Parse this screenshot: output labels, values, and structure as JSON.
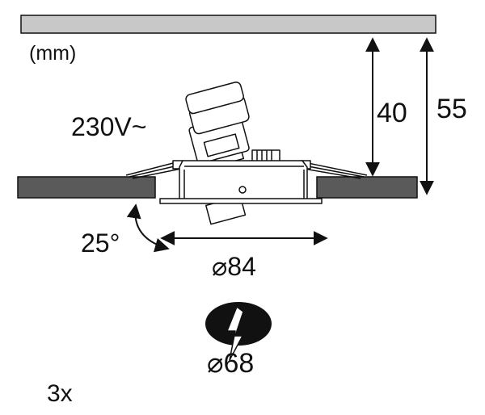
{
  "units": "(mm)",
  "voltage": "230V~",
  "dims": {
    "height_fixture": "40",
    "height_total": "55",
    "diameter_fixture": "⌀84",
    "cutout_diameter": "⌀68",
    "tilt_angle": "25°"
  },
  "quantity": "3x",
  "colors": {
    "ceiling": "#c8c8c8",
    "panel": "#5a5a5a",
    "line": "#111111",
    "light": "#ffffff"
  }
}
